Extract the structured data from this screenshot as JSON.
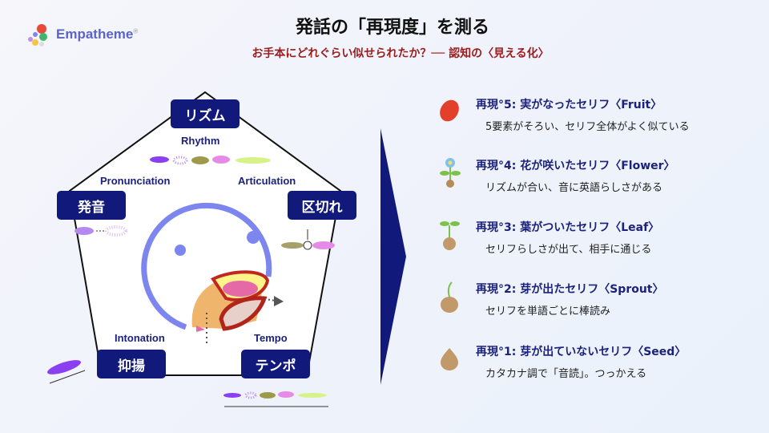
{
  "logo": {
    "name": "Empatheme",
    "mark": "®"
  },
  "title": "発話の「再現度」を測る",
  "subtitle": "お手本にどれぐらい似せられたか？── 認知の〈見える化〉",
  "pentagon": {
    "rhythm": {
      "ja": "リズム",
      "en": "Rhythm"
    },
    "pronunciation": {
      "ja": "発音",
      "en": "Pronunciation"
    },
    "articulation": {
      "ja": "区切れ",
      "en": "Articulation"
    },
    "intonation": {
      "ja": "抑揚",
      "en": "Intonation"
    },
    "tempo": {
      "ja": "テンポ",
      "en": "Tempo"
    }
  },
  "levels": [
    {
      "icon": "fruit-icon",
      "title": "再現°5:  実がなったセリフ〈Fruit〉",
      "desc": "5要素がそろい、セリフ全体がよく似ている"
    },
    {
      "icon": "flower-icon",
      "title": "再現°4:  花が咲いたセリフ〈Flower〉",
      "desc": "リズムが合い、音に英語らしさがある"
    },
    {
      "icon": "leaf-icon",
      "title": "再現°3:  葉がついたセリフ〈Leaf〉",
      "desc": "セリフらしさが出て、相手に通じる"
    },
    {
      "icon": "sprout-icon",
      "title": "再現°2:  芽が出たセリフ〈Sprout〉",
      "desc": "セリフを単語ごとに棒読み"
    },
    {
      "icon": "seed-icon",
      "title": "再現°1:  芽が出ていないセリフ〈Seed〉",
      "desc": "カタカナ調で「音読」。つっかえる"
    }
  ],
  "colors": {
    "navy": "#11197a",
    "accent_red": "#9b1c1c",
    "head_blue": "#7d86ee"
  }
}
